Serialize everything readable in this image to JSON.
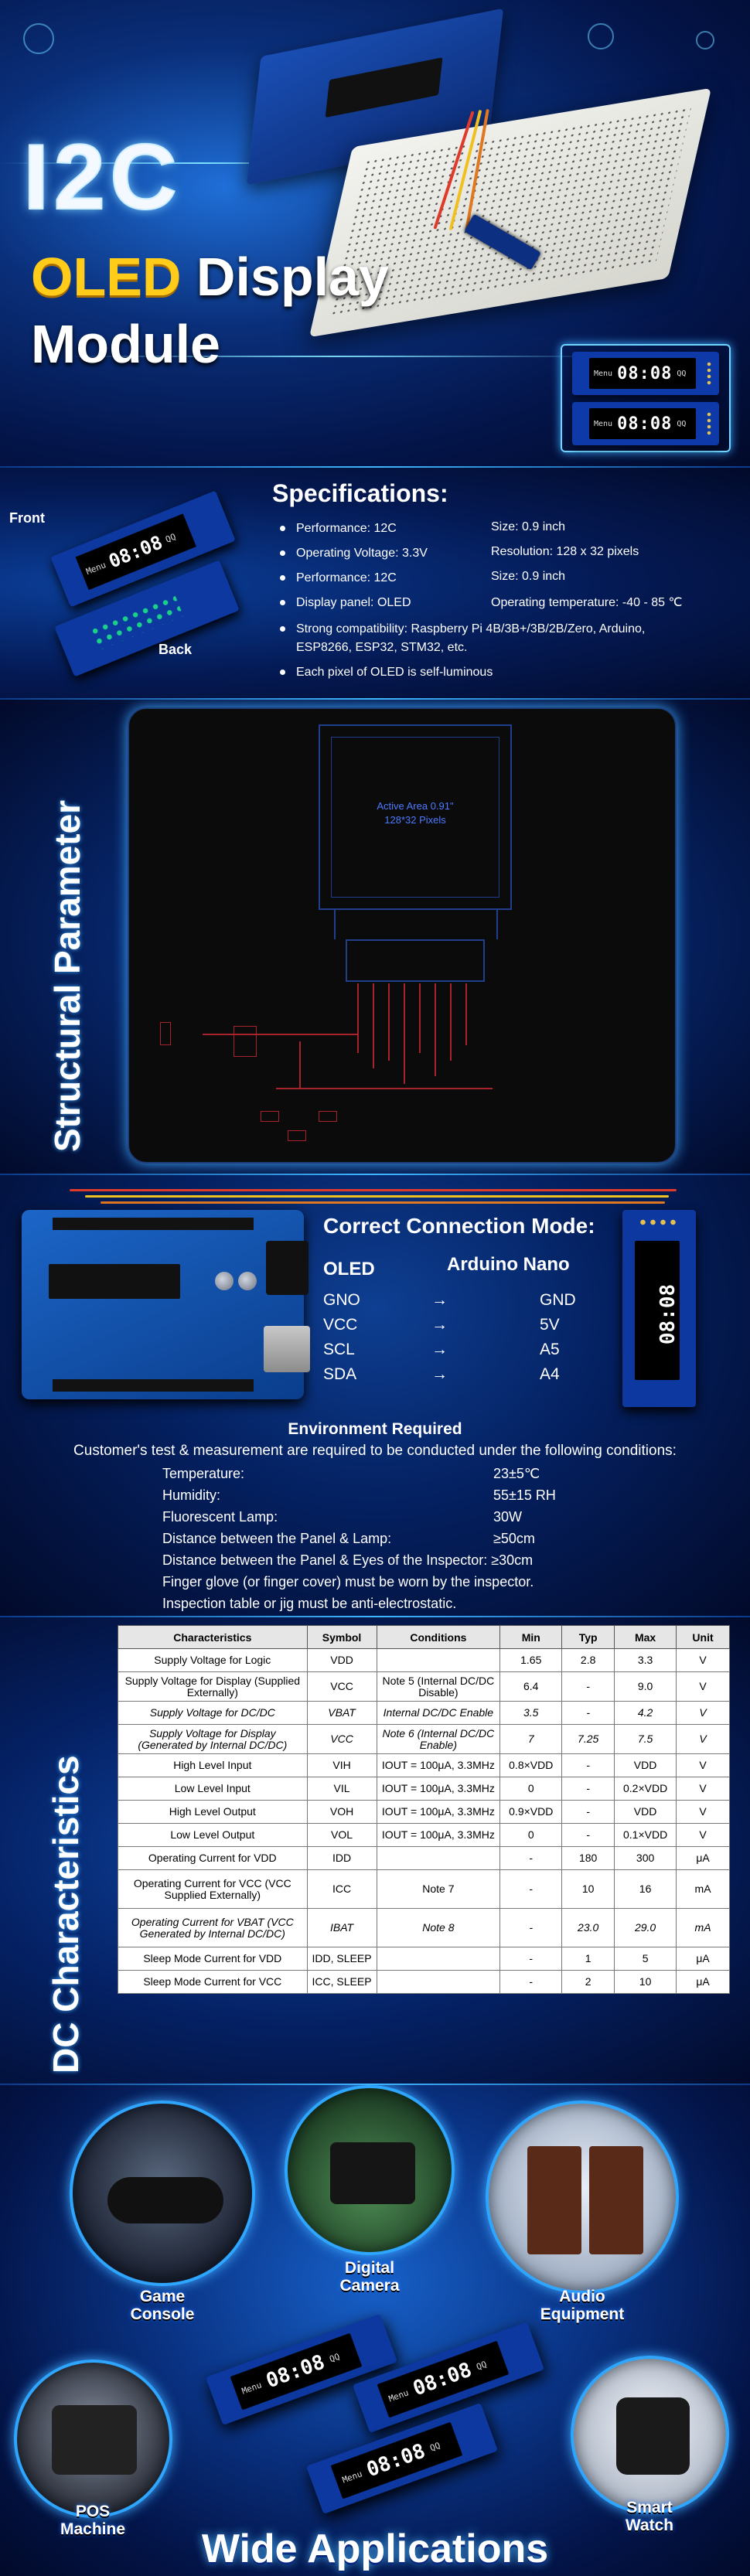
{
  "hero": {
    "title_main": "I2C",
    "title_highlight": "OLED",
    "title_rest": " Display",
    "title_line3": "Module",
    "screen_small": "Menu",
    "screen_time": "08:08",
    "screen_tag": "QQ"
  },
  "specs": {
    "title": "Specifications:",
    "front_label": "Front",
    "back_label": "Back",
    "rows": [
      {
        "label": "Performance: 12C",
        "right": "Size: 0.9 inch"
      },
      {
        "label": "Operating Voltage: 3.3V",
        "right": "Resolution: 128 x 32 pixels"
      },
      {
        "label": "Performance: 12C",
        "right": "Size: 0.9 inch"
      },
      {
        "label": "Display panel: OLED",
        "right": "Operating temperature: -40 - 85 ℃"
      }
    ],
    "compat_line1": "Strong compatibility: Raspberry Pi 4B/3B+/3B/2B/Zero, Arduino,",
    "compat_line2": "ESP8266, ESP32, STM32, etc.",
    "self_luminous": "Each pixel of OLED is self-luminous"
  },
  "structural": {
    "title": "Structural Parameter",
    "active_area_line1": "Active Area 0.91\"",
    "active_area_line2": "128*32 Pixels"
  },
  "connection": {
    "title": "Correct Connection Mode:",
    "col_left": "OLED",
    "col_right": "Arduino Nano",
    "arrow": "→",
    "rows": [
      {
        "oled": "GNO",
        "arduino": "GND"
      },
      {
        "oled": "VCC",
        "arduino": "5V"
      },
      {
        "oled": "SCL",
        "arduino": "A5"
      },
      {
        "oled": "SDA",
        "arduino": "A4"
      }
    ]
  },
  "environment": {
    "title": "Environment Required",
    "intro": "Customer's test & measurement are required to be conducted under the following conditions:",
    "rows": [
      {
        "label": "Temperature:",
        "value": "23±5℃"
      },
      {
        "label": "Humidity:",
        "value": "55±15 RH"
      },
      {
        "label": "Fluorescent Lamp:",
        "value": "30W"
      },
      {
        "label": "Distance between the Panel & Lamp:",
        "value": "≥50cm"
      },
      {
        "label": "Distance between the Panel & Eyes of the Inspector: ≥30cm",
        "value": ""
      },
      {
        "label": "Finger glove (or finger cover) must be worn by the inspector.",
        "value": ""
      },
      {
        "label": "Inspection table or jig must be anti-electrostatic.",
        "value": ""
      }
    ]
  },
  "dc": {
    "title": "DC Characteristics",
    "headers": [
      "Characteristics",
      "Symbol",
      "Conditions",
      "Min",
      "Typ",
      "Max",
      "Unit"
    ],
    "rows": [
      {
        "c": "Supply Voltage for Logic",
        "s": "VDD",
        "cond": "",
        "min": "1.65",
        "typ": "2.8",
        "max": "3.3",
        "u": "V",
        "it": false
      },
      {
        "c": "Supply Voltage for Display (Supplied Externally)",
        "s": "VCC",
        "cond": "Note 5 (Internal DC/DC Disable)",
        "min": "6.4",
        "typ": "-",
        "max": "9.0",
        "u": "V",
        "it": false
      },
      {
        "c": "Supply Voltage for DC/DC",
        "s": "VBAT",
        "cond": "Internal DC/DC Enable",
        "min": "3.5",
        "typ": "-",
        "max": "4.2",
        "u": "V",
        "it": true
      },
      {
        "c": "Supply Voltage for Display (Generated by Internal DC/DC)",
        "s": "VCC",
        "cond": "Note 6 (Internal DC/DC Enable)",
        "min": "7",
        "typ": "7.25",
        "max": "7.5",
        "u": "V",
        "it": true
      },
      {
        "c": "High Level Input",
        "s": "VIH",
        "cond": "IOUT = 100μA, 3.3MHz",
        "min": "0.8×VDD",
        "typ": "-",
        "max": "VDD",
        "u": "V",
        "it": false
      },
      {
        "c": "Low Level Input",
        "s": "VIL",
        "cond": "IOUT = 100μA, 3.3MHz",
        "min": "0",
        "typ": "-",
        "max": "0.2×VDD",
        "u": "V",
        "it": false
      },
      {
        "c": "High Level Output",
        "s": "VOH",
        "cond": "IOUT = 100μA, 3.3MHz",
        "min": "0.9×VDD",
        "typ": "-",
        "max": "VDD",
        "u": "V",
        "it": false
      },
      {
        "c": "Low Level Output",
        "s": "VOL",
        "cond": "IOUT = 100μA, 3.3MHz",
        "min": "0",
        "typ": "-",
        "max": "0.1×VDD",
        "u": "V",
        "it": false
      },
      {
        "c": "Operating Current for VDD",
        "s": "IDD",
        "cond": "",
        "min": "-",
        "typ": "180",
        "max": "300",
        "u": "μA",
        "it": false
      },
      {
        "c": "Operating Current for VCC (VCC Supplied Externally)",
        "s": "ICC",
        "cond": "Note 7",
        "min": "-",
        "typ": "10",
        "max": "16",
        "u": "mA",
        "it": false
      },
      {
        "c": "Operating Current for VBAT (VCC Generated by Internal DC/DC)",
        "s": "IBAT",
        "cond": "Note 8",
        "min": "-",
        "typ": "23.0",
        "max": "29.0",
        "u": "mA",
        "it": true
      },
      {
        "c": "Sleep Mode Current for VDD",
        "s": "IDD, SLEEP",
        "cond": "",
        "min": "-",
        "typ": "1",
        "max": "5",
        "u": "μA",
        "it": false
      },
      {
        "c": "Sleep Mode Current for VCC",
        "s": "ICC, SLEEP",
        "cond": "",
        "min": "-",
        "typ": "2",
        "max": "10",
        "u": "μA",
        "it": false
      }
    ]
  },
  "applications": {
    "title": "Wide Applications",
    "items": [
      {
        "label_1": "Game",
        "label_2": "Console"
      },
      {
        "label_1": "Digital",
        "label_2": "Camera"
      },
      {
        "label_1": "Audio",
        "label_2": "Equipment"
      },
      {
        "label_1": "POS",
        "label_2": "Machine"
      },
      {
        "label_1": "Smart",
        "label_2": "Watch"
      }
    ]
  }
}
